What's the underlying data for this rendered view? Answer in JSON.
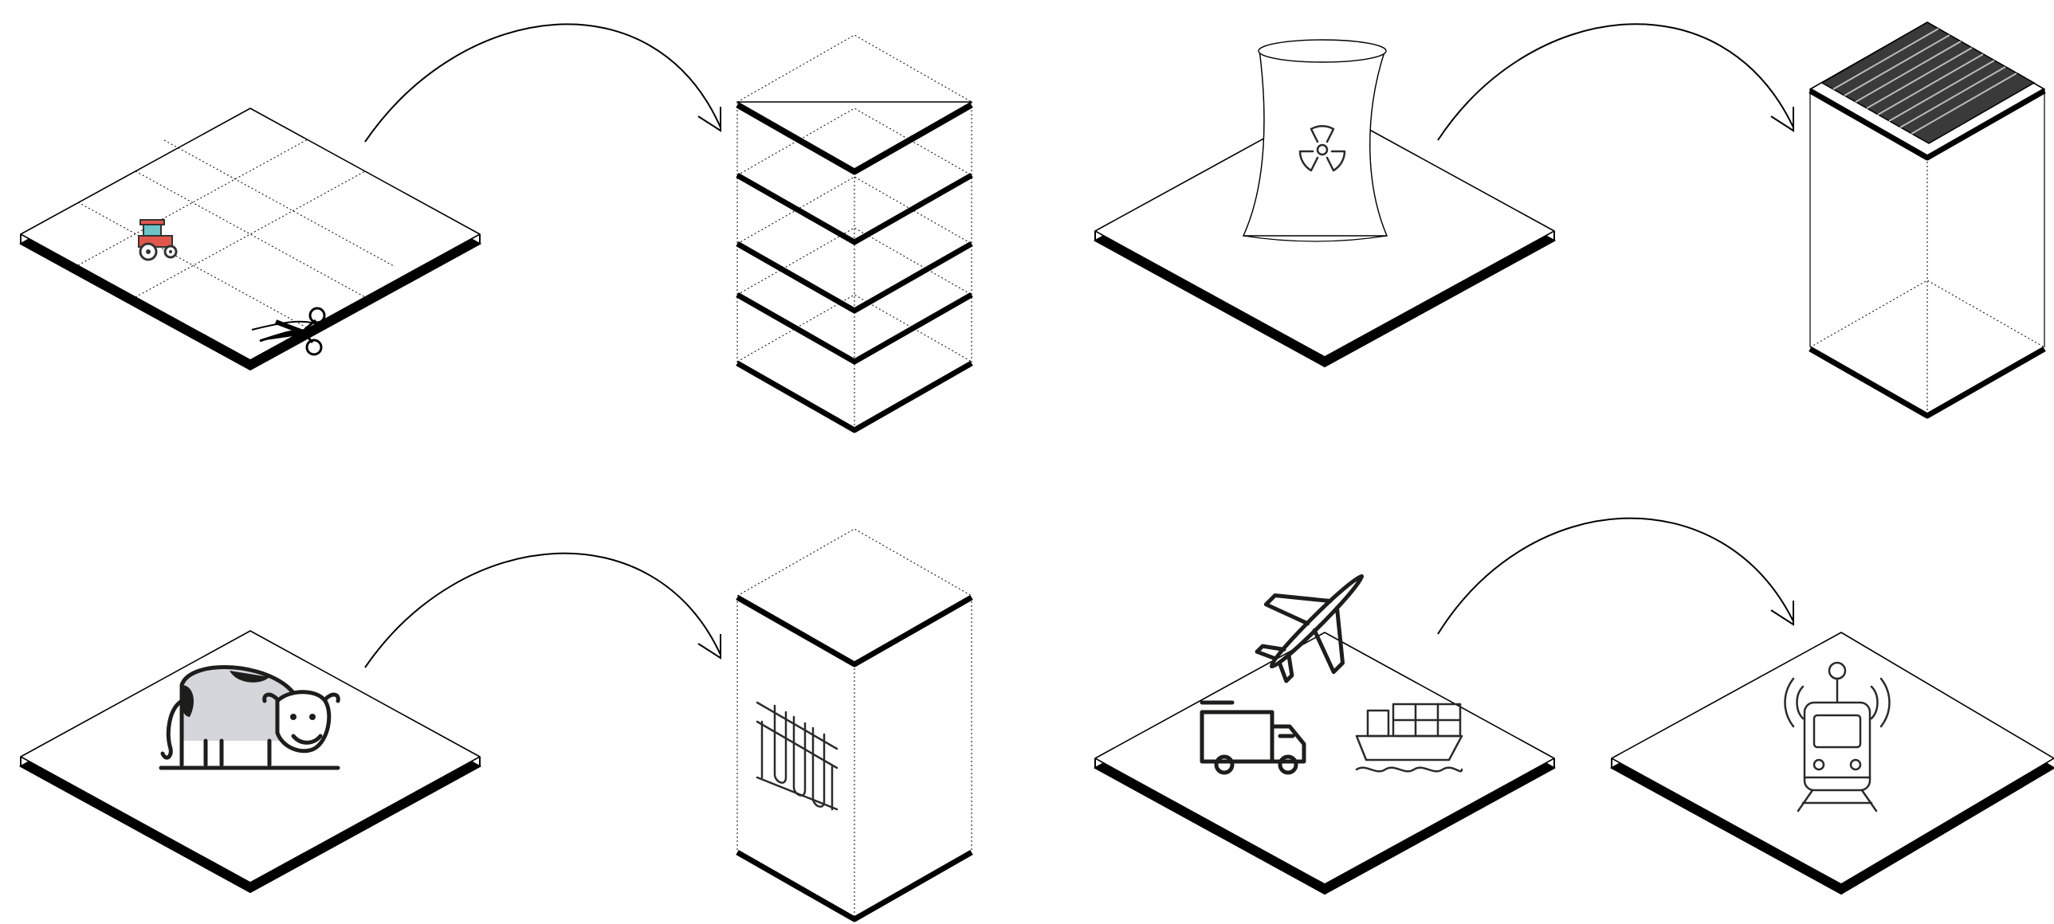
{
  "diagram": {
    "panels": [
      {
        "id": "farmland-to-vertical-farm",
        "from_icons": [
          "tractor-icon",
          "scissors-icon"
        ],
        "to": "stacked-floors-building"
      },
      {
        "id": "power-plant-to-solar-tower",
        "from_icons": [
          "cooling-tower-icon",
          "radiation-icon"
        ],
        "to": "solar-roof-tower"
      },
      {
        "id": "livestock-to-lab-meat",
        "from_icons": [
          "cow-icon"
        ],
        "to": "lab-building",
        "to_icons": [
          "test-tubes-icon"
        ]
      },
      {
        "id": "transport-to-rail",
        "from_icons": [
          "airplane-icon",
          "truck-icon",
          "cargo-ship-icon"
        ],
        "to": "rail-platform",
        "to_icons": [
          "train-icon"
        ]
      }
    ],
    "colors": {
      "line": "#000000",
      "cow_fill": "#d5d5dc",
      "tractor_red": "#e2574c",
      "tractor_teal": "#6cc3c8",
      "solar_panel": "#3a3a3a"
    }
  }
}
